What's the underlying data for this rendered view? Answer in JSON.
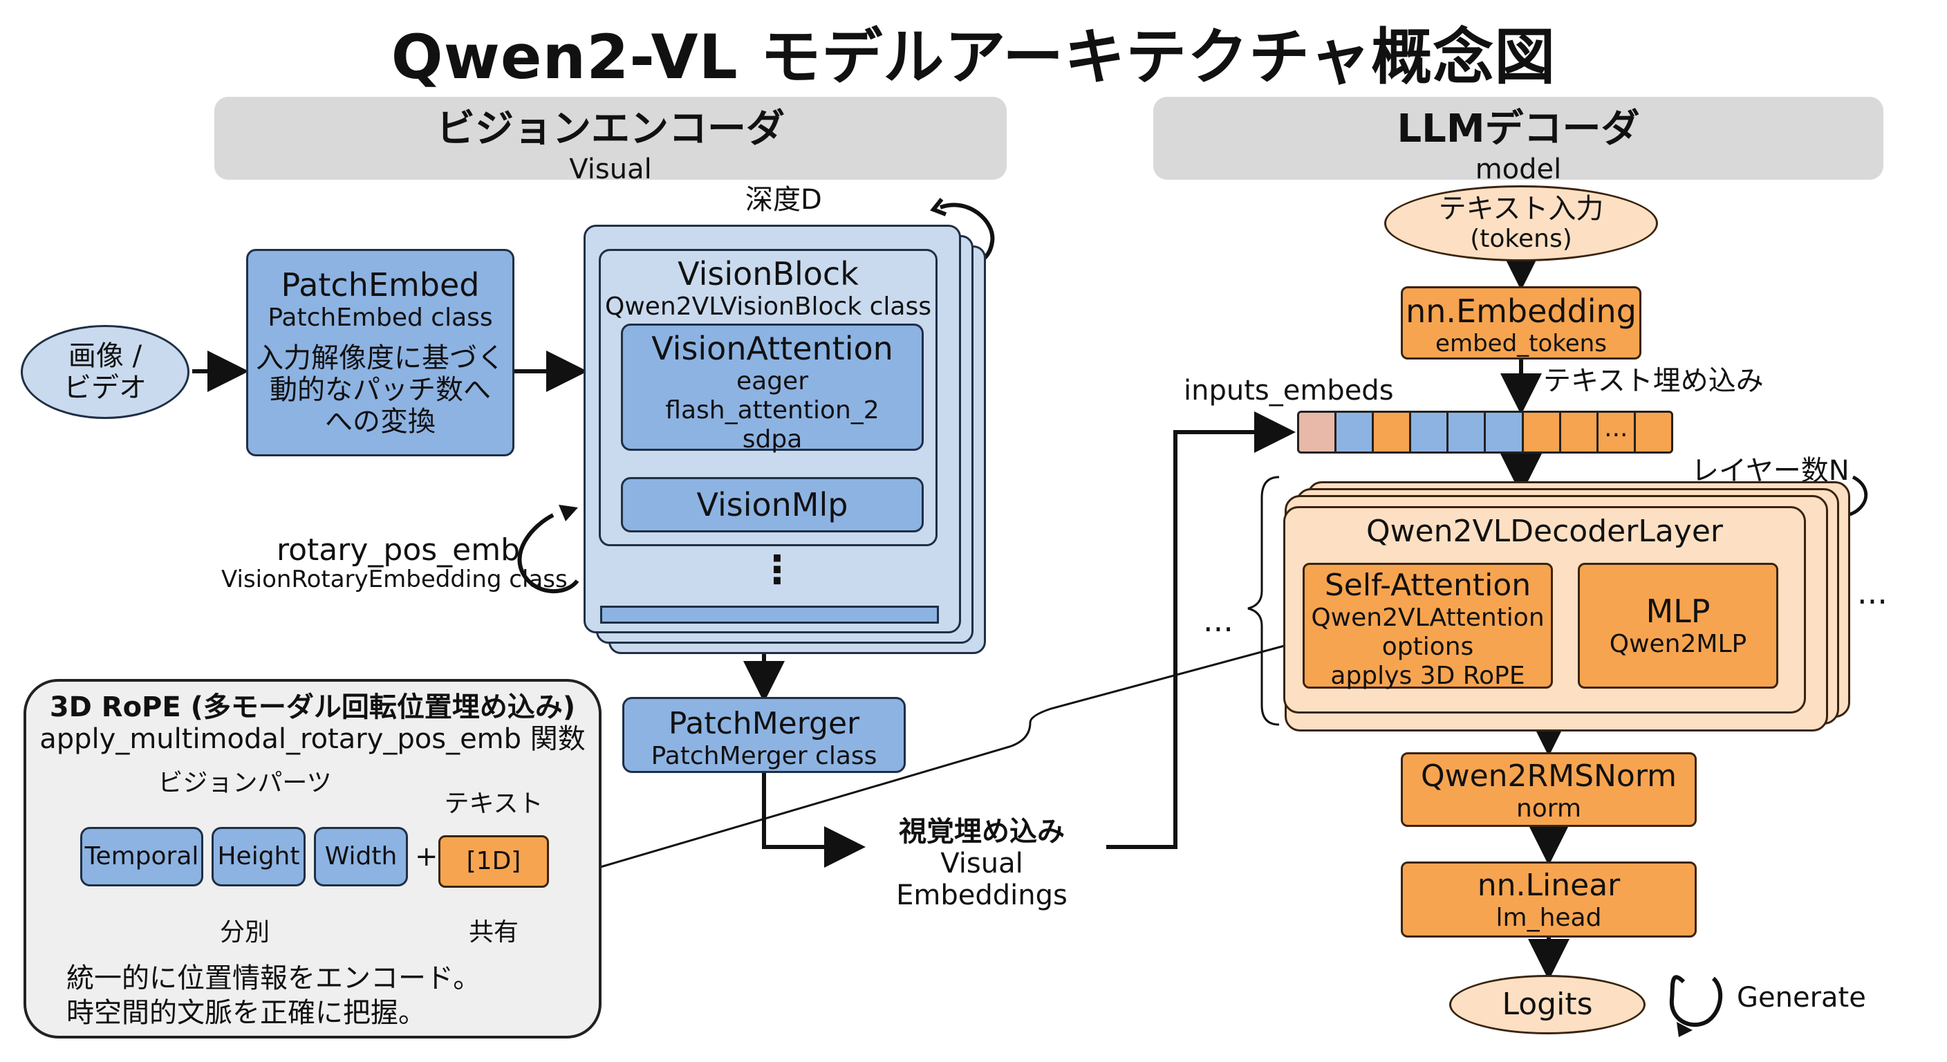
{
  "title": "Qwen2-VL モデルアーキテクチャ概念図",
  "vision": {
    "header_title": "ビジョンエンコーダ",
    "header_sub": "Visual",
    "input_label_1": "画像 /",
    "input_label_2": "ビデオ",
    "patch_embed": {
      "title": "PatchEmbed",
      "cls": "PatchEmbed class",
      "desc1": "入力解像度に基づく",
      "desc2": "動的なパッチ数へ",
      "desc3": "への変換"
    },
    "depth_label": "深度D",
    "block": {
      "title": "VisionBlock",
      "cls": "Qwen2VLVisionBlock class",
      "attention_title": "VisionAttention",
      "attention_opt1": "eager",
      "attention_opt2": "flash_attention_2",
      "attention_opt3": "sdpa",
      "mlp": "VisionMlp",
      "dots": "⋮"
    },
    "rotary_title": "rotary_pos_emb",
    "rotary_cls": "VisionRotaryEmbedding class",
    "merger_title": "PatchMerger",
    "merger_cls": "PatchMerger class",
    "visual_emb_jp": "視覚埋め込み",
    "visual_emb_en": "Visual Embeddings"
  },
  "rope": {
    "title": "3D RoPE (多モーダル回転位置埋め込み)",
    "func": "apply_multimodal_rotary_pos_emb 関数",
    "vision_parts": "ビジョンパーツ",
    "text_label": "テキスト",
    "temporal": "Temporal",
    "height": "Height",
    "width": "Width",
    "plus": "+",
    "one_d": "[1D]",
    "separate": "分別",
    "shared": "共有",
    "desc1": "統一的に位置情報をエンコード。",
    "desc2": "時空間的文脈を正確に把握。"
  },
  "llm": {
    "header_title": "LLMデコーダ",
    "header_sub": "model",
    "text_input_1": "テキスト入力",
    "text_input_2": "(tokens)",
    "embedding_title": "nn.Embedding",
    "embedding_sub": "embed_tokens",
    "text_embed_label": "テキスト埋め込み",
    "inputs_embeds": "inputs_embeds",
    "seq_dots": "...",
    "layers_label": "レイヤー数N",
    "decoder_layer": "Qwen2VLDecoderLayer",
    "self_attn_title": "Self-Attention",
    "self_attn_cls": "Qwen2VLAttention",
    "self_attn_opt": "options",
    "self_attn_rope": "applys 3D RoPE",
    "mlp_title": "MLP",
    "mlp_cls": "Qwen2MLP",
    "side_dots_left": "...",
    "side_dots_right": "...",
    "norm_title": "Qwen2RMSNorm",
    "norm_sub": "norm",
    "linear_title": "nn.Linear",
    "linear_sub": "lm_head",
    "logits": "Logits",
    "generate": "Generate"
  },
  "colors": {
    "blue": "#8db3e2",
    "light_blue": "#c9daee",
    "orange": "#f7a450",
    "peach": "#fde0c3",
    "light_orange": "#fce4c8",
    "gray": "#d9d9d9"
  }
}
